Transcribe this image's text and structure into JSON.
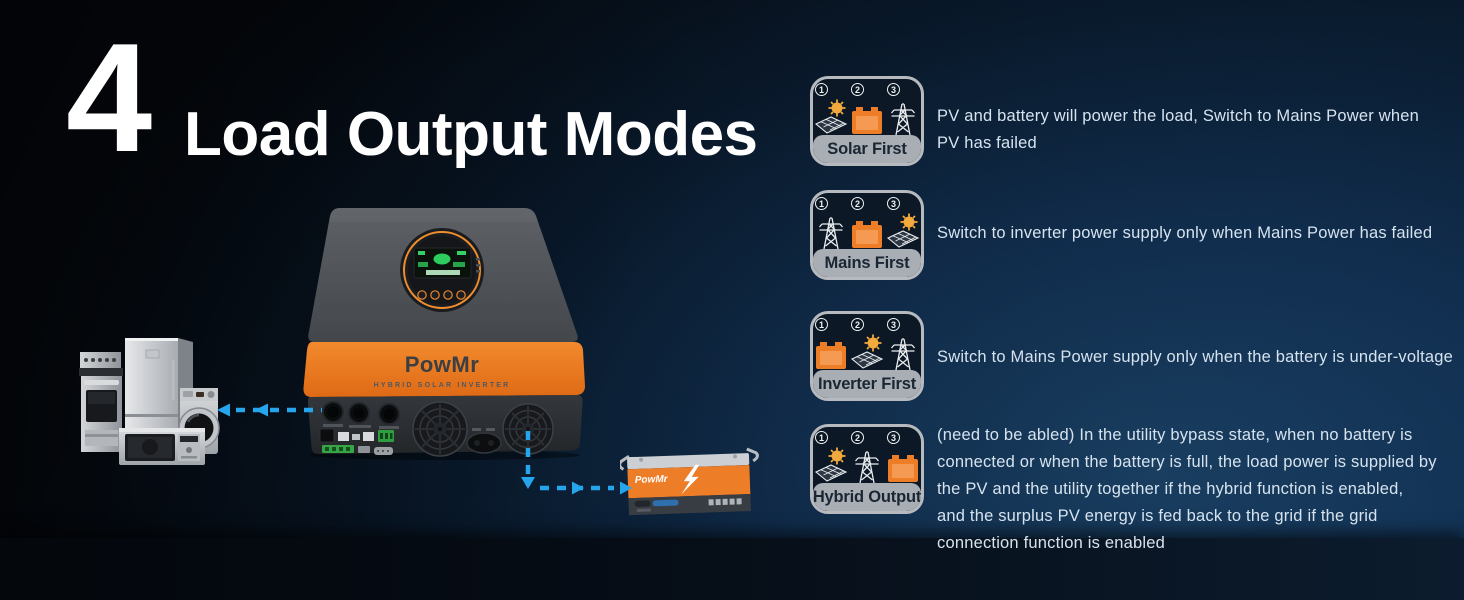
{
  "header": {
    "count": "4",
    "title": "Load Output Modes"
  },
  "modes": [
    {
      "label": "Solar First",
      "description": "PV and battery will power the load, Switch to Mains Power when\nPV has failed",
      "icons": [
        "sun-panel",
        "battery",
        "grid"
      ]
    },
    {
      "label": "Mains First",
      "description": "Switch to inverter power supply only when Mains Power has failed",
      "icons": [
        "grid",
        "battery",
        "sun-panel"
      ]
    },
    {
      "label": "Inverter First",
      "description": "Switch to Mains Power supply only when the battery is under-voltage",
      "icons": [
        "battery",
        "sun-panel",
        "grid"
      ]
    },
    {
      "label": "Hybrid Output",
      "description": "(need to be abled) In the utility bypass state, when no battery is\nconnected or when the battery is full, the load power is supplied by\nthe PV and the utility together if the hybrid function is enabled,\nand the surplus PV energy is fed back to the grid if the grid\nconnection function is enabled",
      "icons": [
        "sun-panel",
        "grid",
        "battery"
      ]
    }
  ],
  "inverter": {
    "brand": "PowMr",
    "subtitle": "HYBRID SOLAR INVERTER"
  },
  "battery": {
    "brand": "PowMr"
  },
  "colors": {
    "accent_orange": "#ee7d28",
    "accent_orange_light": "#f49a52",
    "arrow_blue": "#25a5ec",
    "badge_band_gray": "#a9aeb4",
    "badge_border": "#b6babf",
    "text_light": "#d6e3ef",
    "sun_yellow": "#f3a93c",
    "icon_white": "#e9edf0"
  }
}
